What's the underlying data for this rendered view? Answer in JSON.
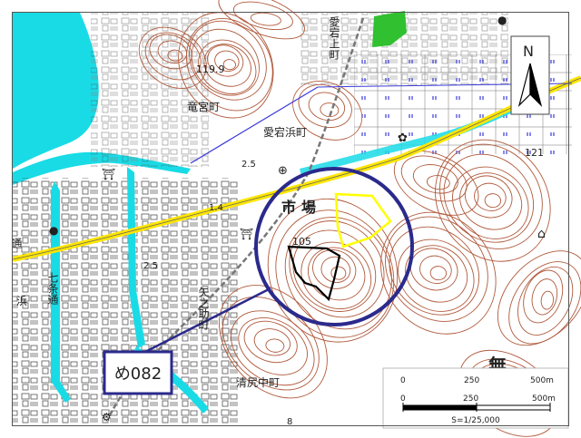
{
  "labels": {
    "atago_kami": "愛宕上町",
    "atago_hama": "愛宕浜町",
    "tatsumiya": "竜宮町",
    "ichiba": "市場",
    "yanosuke": "矢之助町",
    "kiyoshiri": "清尻中町",
    "shichijo": "七条通",
    "tori": "通",
    "hama": "浜",
    "nashi": "無",
    "elev_119": "119.9",
    "elev_121": "121",
    "elev_105": "105",
    "road_25_a": "2.5",
    "road_25_b": "2.5",
    "road_14": "1.4",
    "small_8": "8"
  },
  "site_code": "め082",
  "north": "N",
  "scale": {
    "ticks_top": [
      "0",
      "250",
      "500m"
    ],
    "ticks_main": [
      "0",
      "250",
      "500m"
    ],
    "ratio": "S=1/25,000"
  },
  "colors": {
    "sea": "#19dbe6",
    "contour": "#b05a3c",
    "road_yellow": "#ffe600",
    "circle": "#2b2a8c",
    "park_green": "#30c030",
    "zone_yellow": "#ffff00",
    "site_outline": "#000000"
  }
}
